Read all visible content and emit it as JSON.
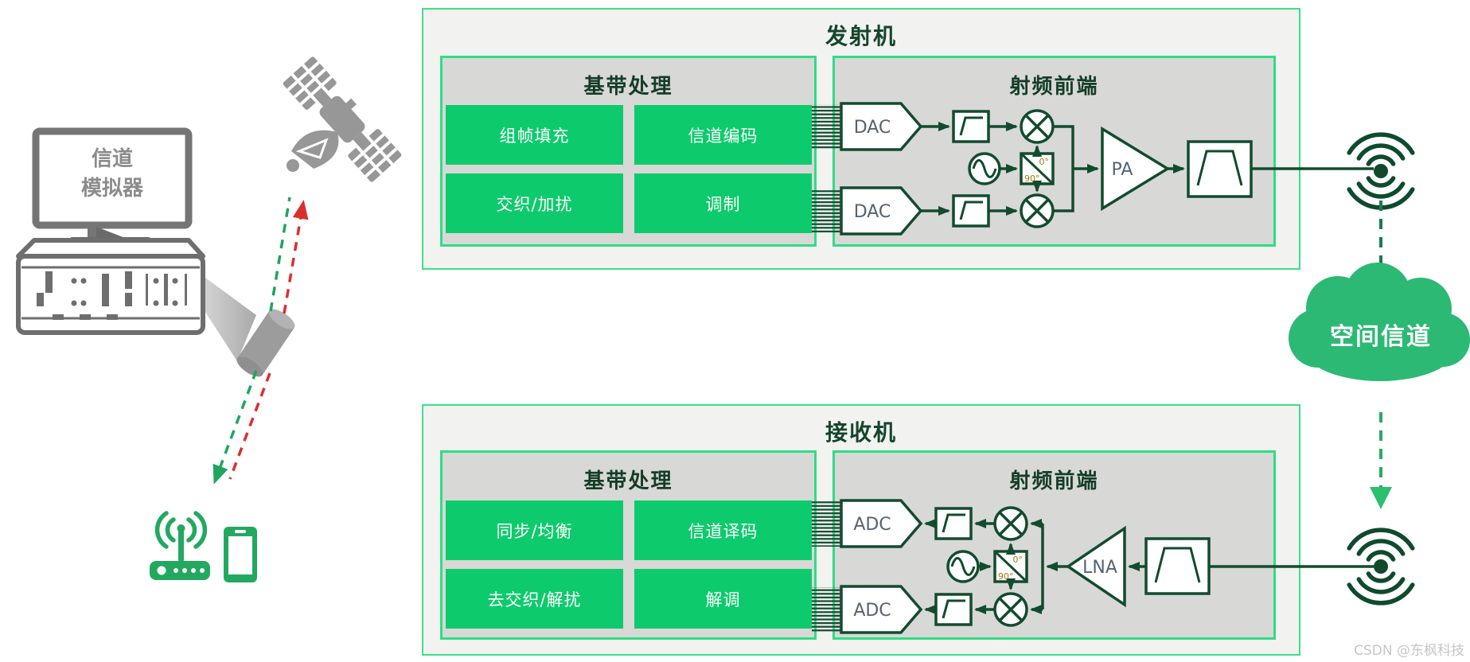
{
  "transmitter": {
    "title": "发射机",
    "baseband": {
      "title": "基带处理",
      "blocks": [
        "组帧填充",
        "信道编码",
        "交织/加扰",
        "调制"
      ]
    },
    "rf": {
      "title": "射频前端",
      "converter_label": "DAC",
      "pa_label": "PA",
      "phase_0": "0°",
      "phase_90": "90°"
    }
  },
  "receiver": {
    "title": "接收机",
    "baseband": {
      "title": "基带处理",
      "blocks": [
        "同步/均衡",
        "信道译码",
        "去交织/解扰",
        "解调"
      ]
    },
    "rf": {
      "title": "射频前端",
      "converter_label": "ADC",
      "lna_label": "LNA",
      "phase_0": "0°",
      "phase_90": "90°"
    }
  },
  "channel": {
    "cloud_label": "空间信道"
  },
  "simulator": {
    "screen_line1": "信道",
    "screen_line2": "模拟器"
  },
  "watermark": "CSDN @东枫科技",
  "colors": {
    "box_border_green": "#3ce089",
    "panel_gray": "#d8d8d6",
    "block_green": "#0dcb6c",
    "cloud_green": "#2cb974",
    "device_green": "#22a95f",
    "line_dark_green": "#124b2e",
    "label_slate": "#54646f",
    "phase_gold": "#a5780f",
    "uplink_red": "#d9302c",
    "downlink_green": "#21a45d",
    "hardware_gray": "#6e6e6e"
  }
}
